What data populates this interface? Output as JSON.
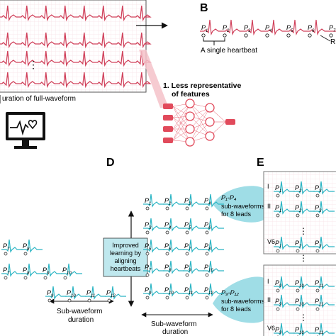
{
  "panels": {
    "B": "B",
    "D": "D",
    "E": "E"
  },
  "panel_a": {
    "ellipsis": "⋮",
    "caption": "uration of full-waveform"
  },
  "panel_b": {
    "peaks": [
      "P",
      "P",
      "P",
      "P",
      "P",
      "P",
      "P"
    ],
    "subs": [
      "1",
      "2",
      "3",
      "4",
      "5",
      "6",
      "7"
    ],
    "bracket_label": "A single heartbeat",
    "edge_label": "R"
  },
  "problem": {
    "line1": "1. Less representative",
    "line2": "of features"
  },
  "panel_c": {
    "row1": [
      {
        "p": "P",
        "s": "7"
      },
      {
        "p": "P",
        "s": "8"
      }
    ],
    "row2": [
      {
        "p": "P",
        "s": "7"
      },
      {
        "p": "P",
        "s": "8"
      },
      {
        "p": "P",
        "s": "9"
      },
      {
        "p": "P",
        "s": "10"
      }
    ],
    "row3": [
      {
        "p": "P",
        "s": "9"
      },
      {
        "p": "P",
        "s": "10"
      },
      {
        "p": "P",
        "s": "11"
      },
      {
        "p": "P",
        "s": "12"
      }
    ],
    "duration_label": [
      "Sub-waveform",
      "duration"
    ]
  },
  "panel_d": {
    "grid": [
      [
        "1",
        "2",
        "3",
        "4"
      ],
      [
        "3",
        "4",
        "5",
        "6"
      ],
      [
        "5",
        "6",
        "7",
        "8"
      ],
      [
        "7",
        "8",
        "9",
        "10"
      ],
      [
        "9",
        "10",
        "11",
        "12"
      ]
    ],
    "improved": [
      "Improved",
      "learning by",
      "aligning",
      "heartbeats"
    ],
    "duration_label": [
      "Sub-waveform",
      "duration"
    ],
    "callout1": {
      "title": "P₁-P₄",
      "l2": "sub-waveforms",
      "l3": "for 8 leads"
    },
    "callout2": {
      "title": "P₉-P₁₂",
      "l2": "sub-waveforms",
      "l3": "for 8 leads"
    }
  },
  "panel_e": {
    "box1": {
      "leads": [
        "I",
        "II",
        "V6"
      ],
      "subs": [
        "1",
        "2",
        "3"
      ],
      "ellipsis": "⋮"
    },
    "mid_ellipsis": "⋮",
    "box2": {
      "leads": [
        "I",
        "II",
        "V6"
      ],
      "subs": [
        "9",
        "10",
        "11"
      ],
      "ellipsis": "⋮"
    }
  },
  "colors": {
    "ecg_red": "#d0405a",
    "ecg_teal": "#2bb5c4",
    "callout_teal": "#9fdde6",
    "red_fill": "#e14a5b",
    "funnel": "#f4c2c9"
  }
}
